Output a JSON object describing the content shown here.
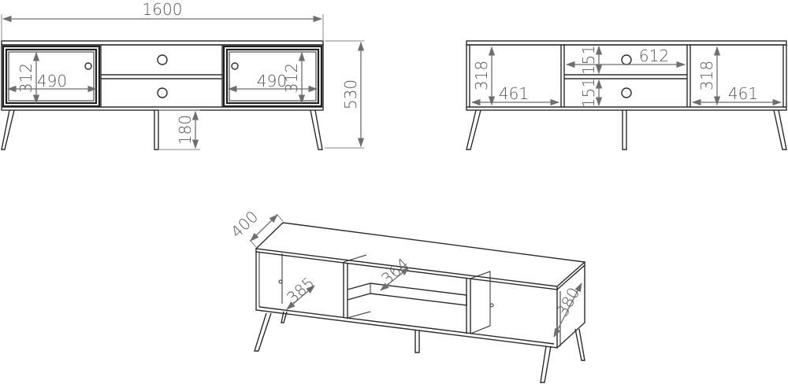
{
  "dimensions": {
    "front": {
      "total_width": "1600",
      "door_height_left": "312",
      "door_width_left": "490",
      "door_width_right": "490",
      "door_height_right": "312",
      "total_height": "530",
      "leg_height": "180"
    },
    "back": {
      "left_height": "318",
      "left_width": "461",
      "drawer_height_top": "151",
      "drawer_height_bottom": "151",
      "center_width": "612",
      "right_height": "318",
      "right_width": "461"
    },
    "perspective": {
      "depth": "400",
      "left_compartment_depth": "385",
      "center_compartment_depth": "364",
      "right_compartment_height": "380"
    }
  }
}
